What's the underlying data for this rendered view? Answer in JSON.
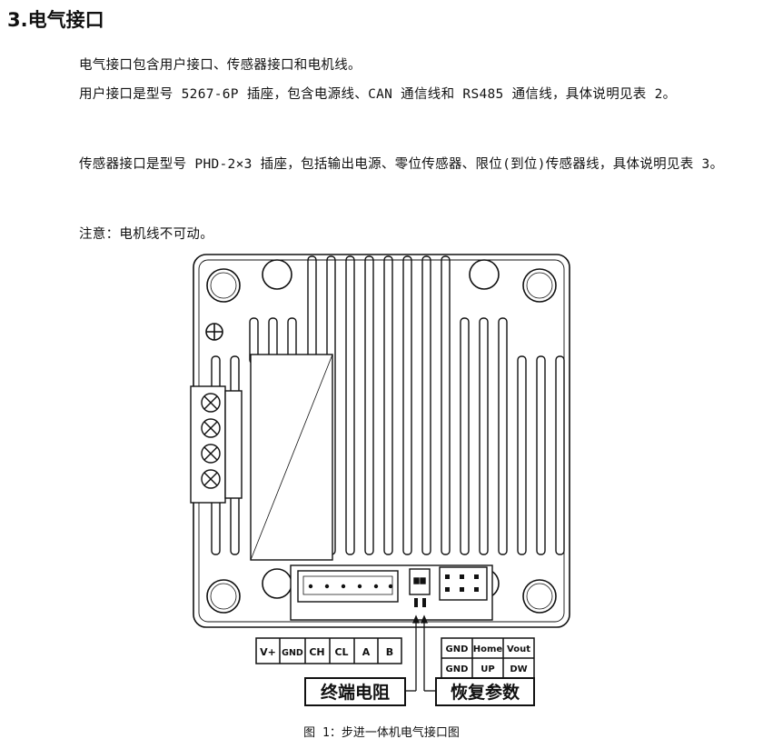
{
  "section": {
    "title": "3.电气接口"
  },
  "paragraphs": [
    "电气接口包含用户接口、传感器接口和电机线。",
    "用户接口是型号 5267-6P 插座，包含电源线、CAN 通信线和 RS485 通信线，具体说明见表 2。",
    "传感器接口是型号 PHD-2×3 插座，包括输出电源、零位传感器、限位(到位)传感器线，具体说明见表 3。",
    "注意：电机线不可动。"
  ],
  "diagram": {
    "user_pins": [
      "V+",
      "GND",
      "CH",
      "CL",
      "A",
      "B"
    ],
    "sensor_pins_top": [
      "GND",
      "Home",
      "Vout"
    ],
    "sensor_pins_bottom": [
      "GND",
      "UP",
      "DW"
    ],
    "label_termination": "终端电阻",
    "label_restore": "恢复参数"
  },
  "caption": "图 1：步进一体机电气接口图"
}
